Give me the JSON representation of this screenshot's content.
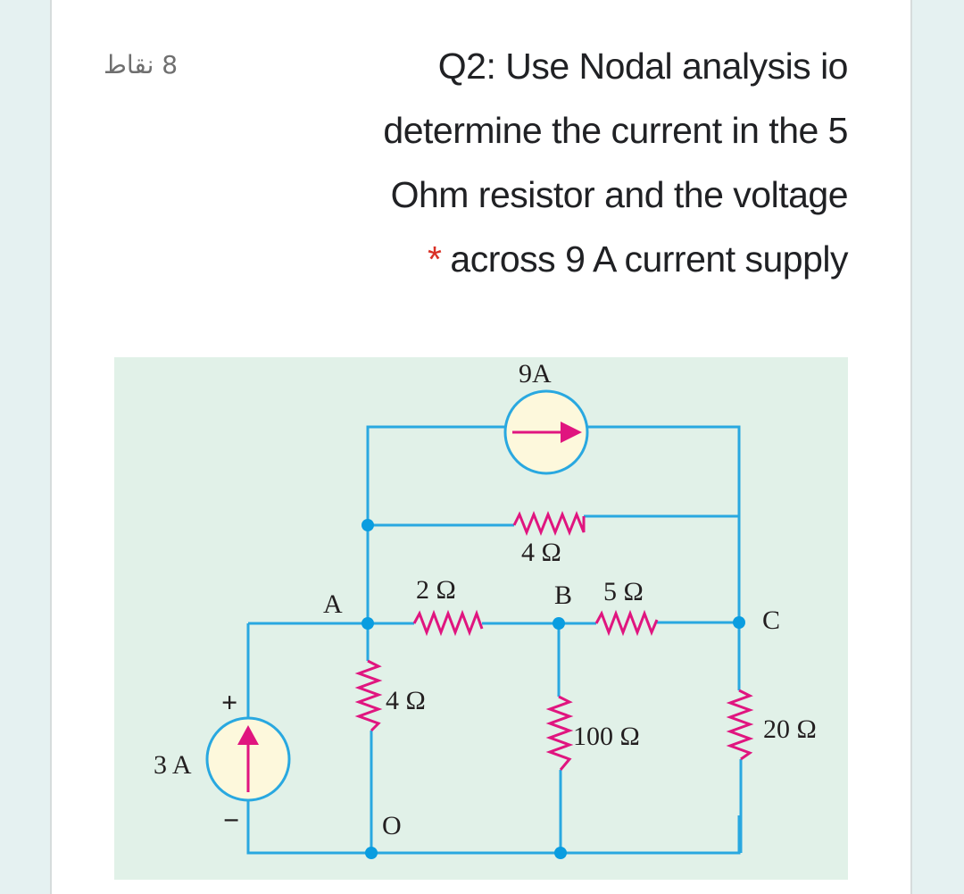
{
  "question": {
    "points_label": "8 نقاط",
    "lines": [
      "Q2: Use Nodal analysis io",
      "determine the current in the 5",
      "Ohm resistor and the voltage",
      "across 9 A current supply"
    ],
    "required_marker": "*"
  },
  "circuit": {
    "colors": {
      "wire": "#29a8e0",
      "resistor": "#e0157f",
      "source_fill": "#fdf8dc",
      "background": "#e1f1e8",
      "node": "#0a9de0"
    },
    "sources": [
      {
        "id": "source-9a",
        "label": "9A",
        "direction": "right"
      },
      {
        "id": "source-3a",
        "label": "3 A",
        "direction": "up",
        "polarity_plus": "+",
        "polarity_minus": "−"
      }
    ],
    "resistors": [
      {
        "id": "r-4-top",
        "label": "4 Ω"
      },
      {
        "id": "r-2",
        "label": "2 Ω"
      },
      {
        "id": "r-5",
        "label": "5 Ω"
      },
      {
        "id": "r-4-vertical",
        "label": "4 Ω"
      },
      {
        "id": "r-100",
        "label": "100 Ω"
      },
      {
        "id": "r-20",
        "label": "20 Ω"
      }
    ],
    "nodes": [
      {
        "id": "node-a",
        "label": "A"
      },
      {
        "id": "node-b",
        "label": "B"
      },
      {
        "id": "node-c",
        "label": "C"
      },
      {
        "id": "node-o",
        "label": "O"
      }
    ]
  }
}
